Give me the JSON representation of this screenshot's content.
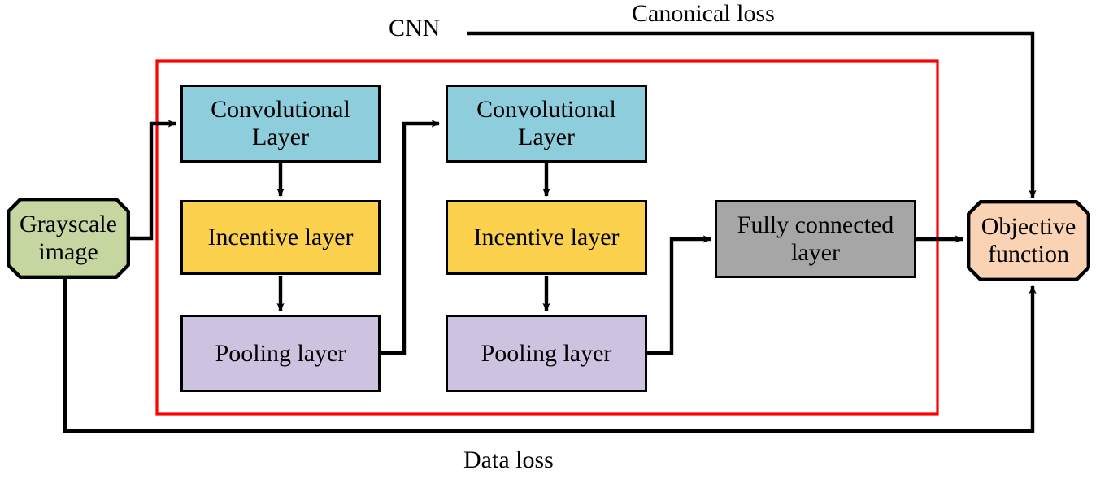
{
  "diagram": {
    "title_label": "CNN",
    "top_flow_label": "Canonical loss",
    "bottom_flow_label": "Data loss",
    "colors": {
      "cnn_boundary": "#ff0000",
      "convolutional": "#8ecddc",
      "incentive": "#fcd14e",
      "pooling": "#cdc3e0",
      "fully_connected": "#a6a6a6",
      "grayscale_image": "#c5d6a0",
      "objective_function": "#fad2b4",
      "edge": "#000000"
    },
    "nodes": {
      "grayscale_image": {
        "line1": "Grayscale",
        "line2": "image"
      },
      "conv1": {
        "line1": "Convolutional",
        "line2": "Layer"
      },
      "conv2": {
        "line1": "Convolutional",
        "line2": "Layer"
      },
      "incentive1": {
        "line1": "Incentive layer"
      },
      "incentive2": {
        "line1": "Incentive layer"
      },
      "pooling1": {
        "line1": "Pooling layer"
      },
      "pooling2": {
        "line1": "Pooling layer"
      },
      "fully_connected": {
        "line1": "Fully connected",
        "line2": "layer"
      },
      "objective_function": {
        "line1": "Objective",
        "line2": "function"
      }
    },
    "edges": [
      {
        "from": "grayscale_image",
        "to": "conv1"
      },
      {
        "from": "conv1",
        "to": "incentive1"
      },
      {
        "from": "incentive1",
        "to": "pooling1"
      },
      {
        "from": "pooling1",
        "to": "conv2"
      },
      {
        "from": "conv2",
        "to": "incentive2"
      },
      {
        "from": "incentive2",
        "to": "pooling2"
      },
      {
        "from": "pooling2",
        "to": "fully_connected"
      },
      {
        "from": "fully_connected",
        "to": "objective_function"
      },
      {
        "from": "canonical_loss",
        "to": "objective_function"
      },
      {
        "from": "grayscale_image",
        "to": "objective_function"
      }
    ]
  }
}
